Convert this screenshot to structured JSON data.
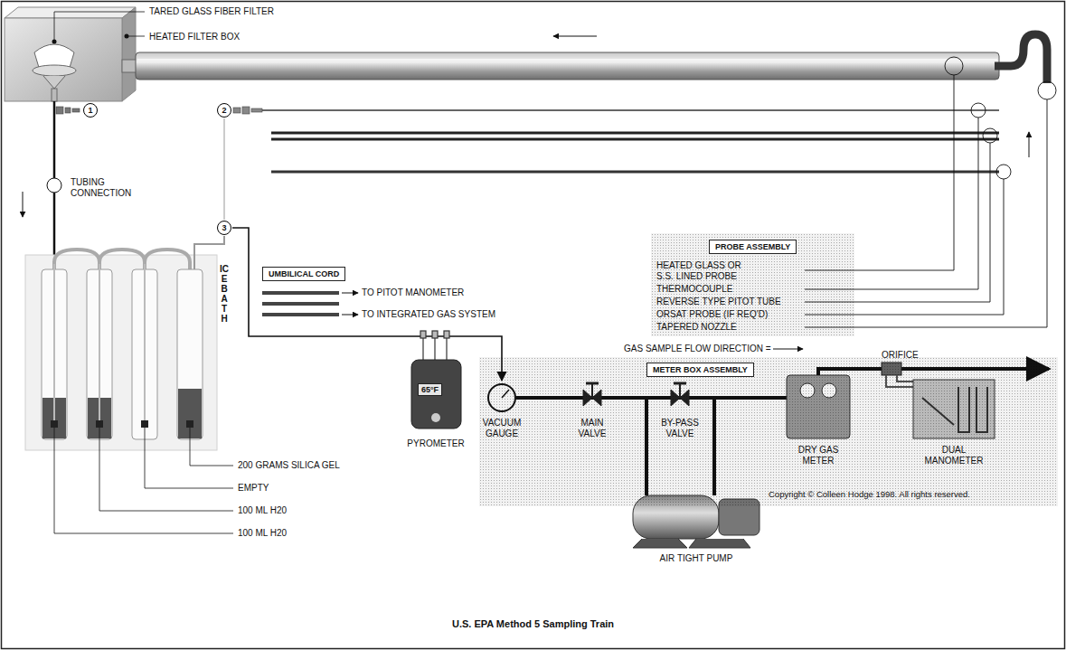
{
  "diagram": {
    "caption": "U.S. EPA Method 5 Sampling Train",
    "nodes": [
      {
        "text": [
          "PROBE ASSEMBLY",
          "HEATED GLASS OR S.S. LINED PROBE",
          "THERMOCOUPLE",
          "REVERSE TYPE PITOT TUBE",
          "ORSAT PROBE (IF REQ'D)",
          "TAPERED NOZZLE"
        ]
      },
      {
        "text": [
          "UMBILICAL CORD"
        ]
      },
      {
        "text": [
          "METER BOX ASSEMBLY"
        ]
      }
    ],
    "labels": [
      "TARED GLASS FIBER FILTER",
      "HEATED FILTER BOX",
      "1",
      "2",
      "TUBING CONNECTION",
      "3",
      "TO PITOT MANOMETER",
      "TO INTEGRATED GAS SYSTEM",
      "ICE BATH",
      "200 GRAMS SILICA GEL",
      "EMPTY",
      "100 ML H20",
      "100 ML H20",
      "GAS SAMPLE FLOW DIRECTION =",
      "65°F",
      "PYROMETER",
      "VACUUM GAUGE",
      "MAIN VALVE",
      "BY-PASS VALVE",
      "DRY GAS METER",
      "ORIFICE",
      "DUAL MANOMETER",
      "AIR TIGHT PUMP",
      "Copyright © Colleen Hodge 1998. All rights reserved."
    ]
  }
}
